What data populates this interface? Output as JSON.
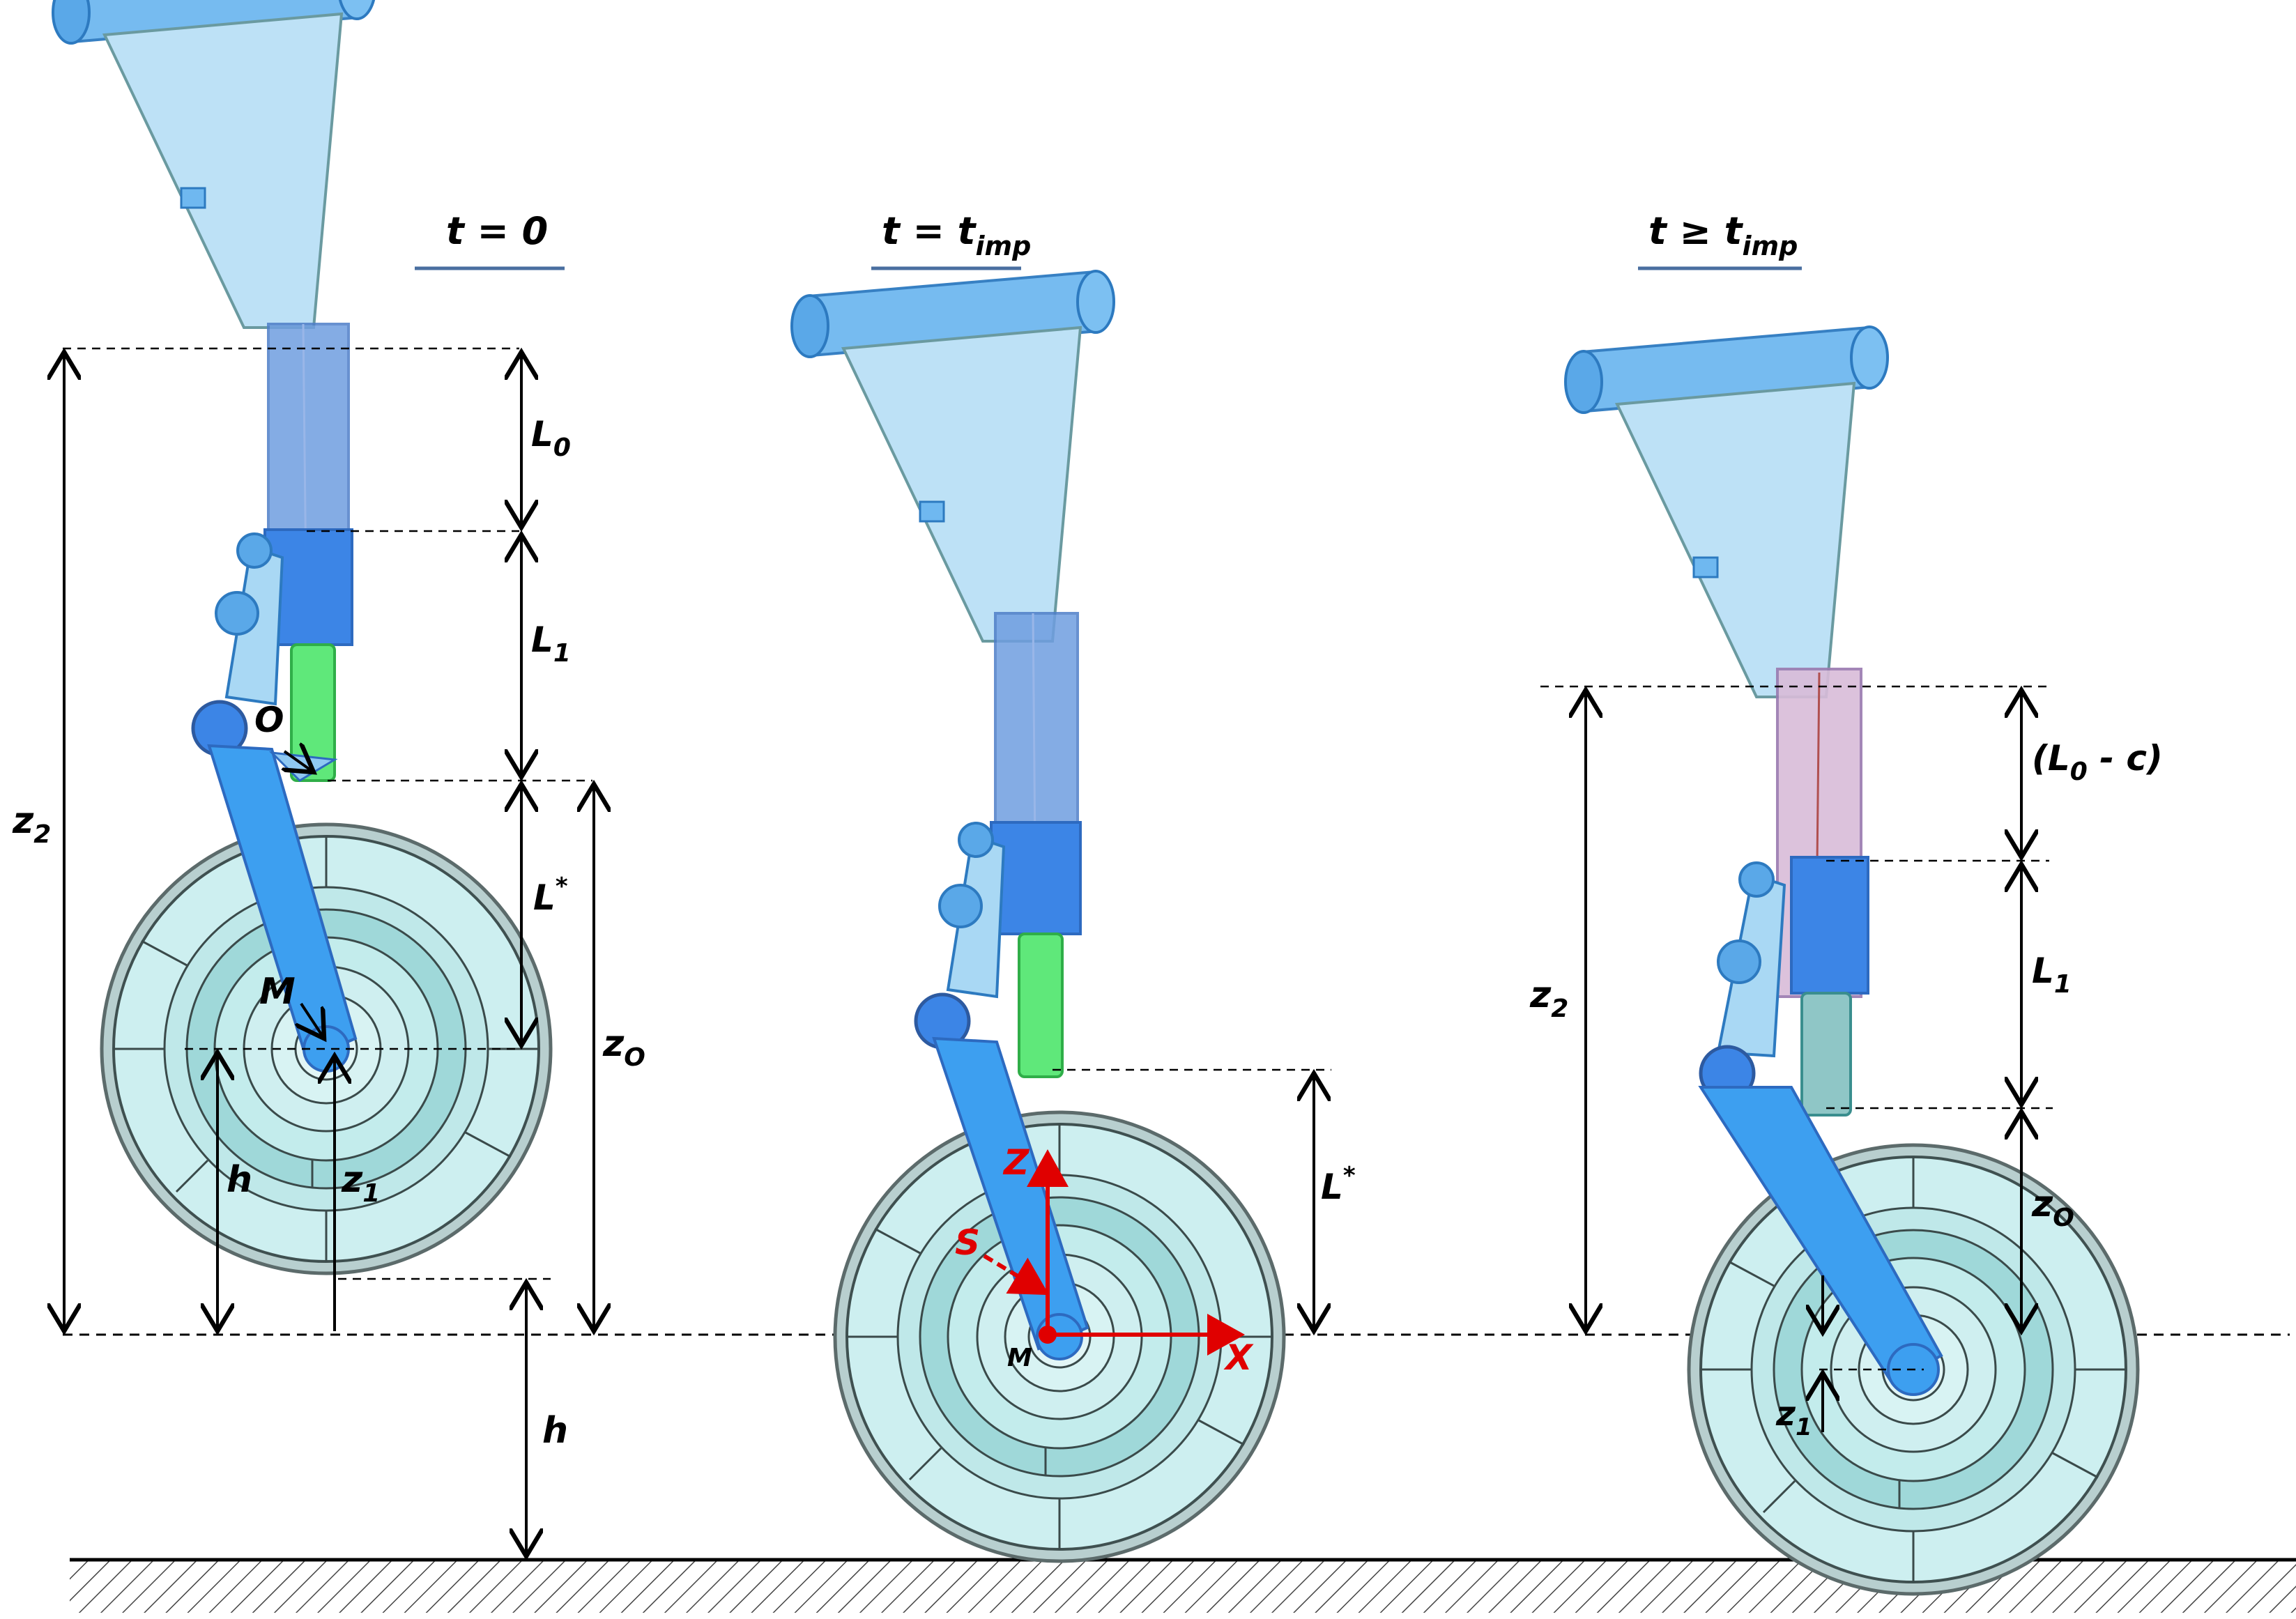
{
  "titles": {
    "t0": "t = 0",
    "t_imp_main": "t = t",
    "t_imp_sub": "imp",
    "t_ge_main": "t ≥ t",
    "t_ge_sub": "imp"
  },
  "labels": {
    "L0_main": "L",
    "L0_sub": "0",
    "L1_main": "L",
    "L1_sub": "1",
    "Lstar_main": "L",
    "Lstar_sup": "*",
    "z2_main": "z",
    "z2_sub": "2",
    "zO_main": "z",
    "zO_sub": "O",
    "z1_main": "z",
    "z1_sub": "1",
    "h": "h",
    "O": "O",
    "M": "M",
    "S": "S",
    "X": "X",
    "Z": "Z",
    "L0c_open": "(L",
    "L0c_sub": "0",
    "L0c_close": " - c)"
  },
  "colors": {
    "strut_blue": "#3d9ff0",
    "strut_light": "#bfe3f7",
    "piston_green": "#5fe87a",
    "wheel_fill": "#c6eeee",
    "axis_red": "#e00000"
  }
}
